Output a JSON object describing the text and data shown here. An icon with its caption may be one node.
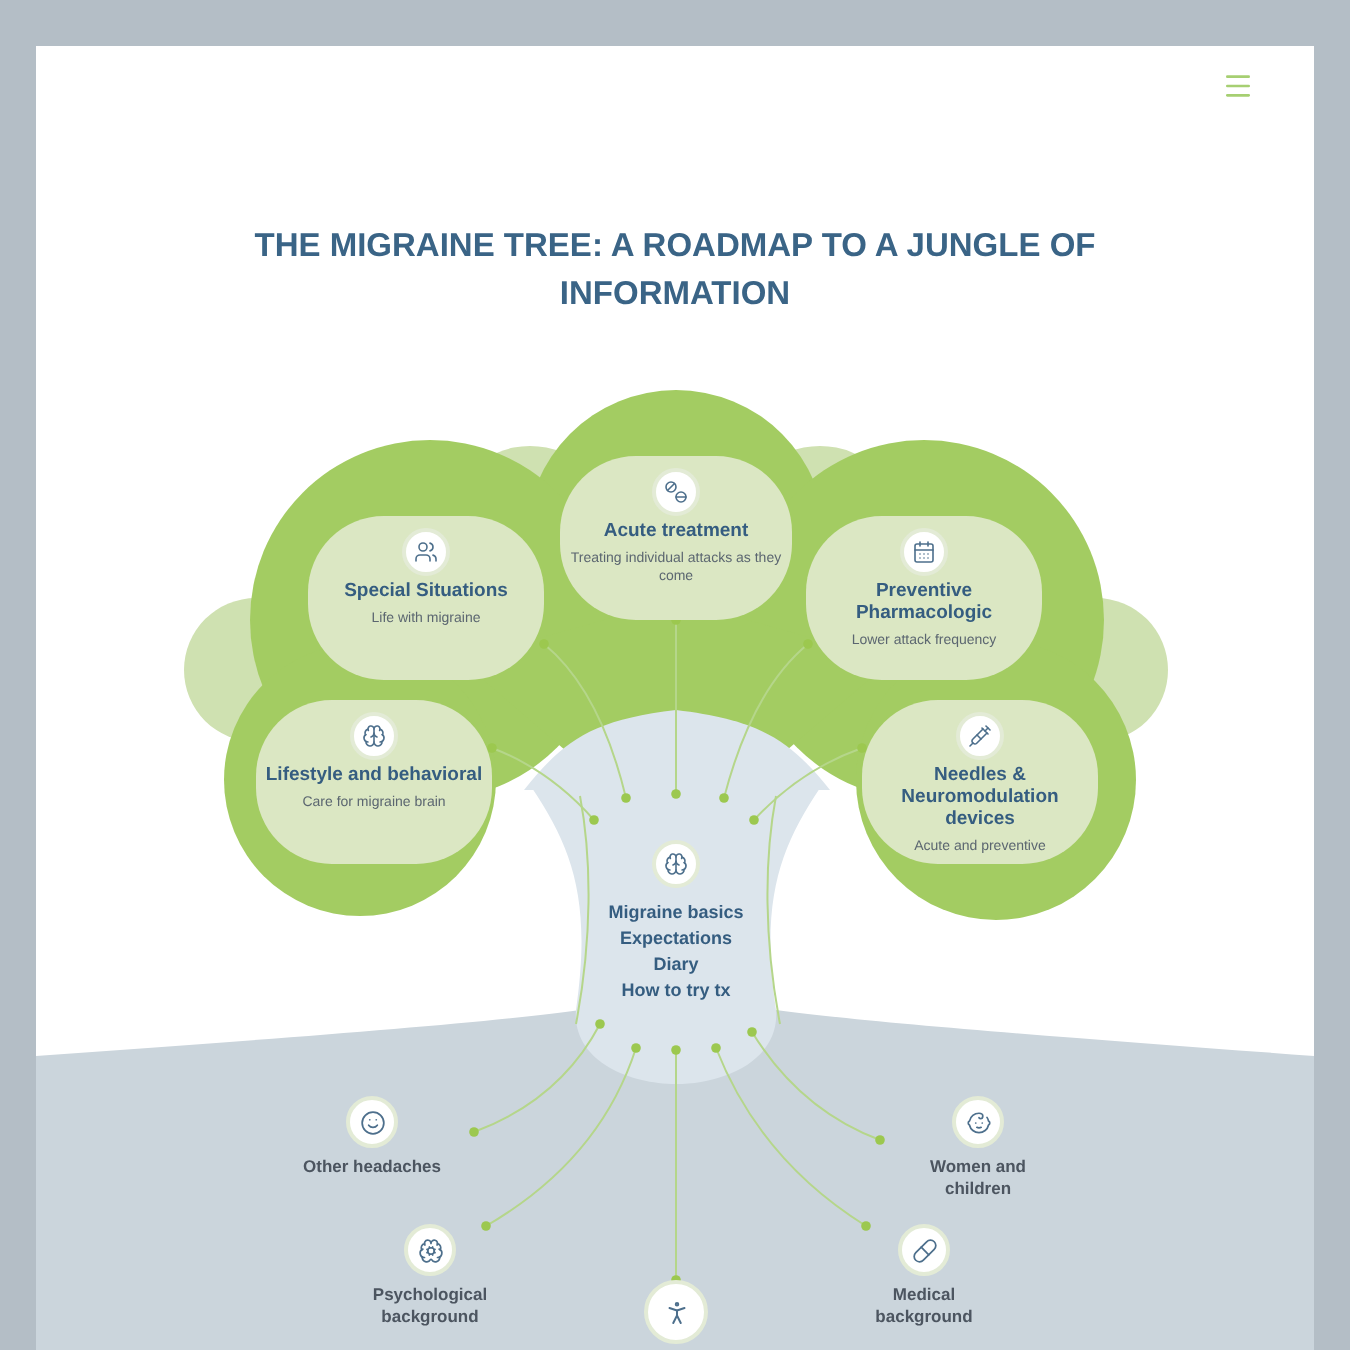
{
  "diagram": {
    "title": "THE MIGRAINE TREE: A ROADMAP TO A JUNGLE OF INFORMATION",
    "nodes": [
      {
        "text": [
          "Acute treatment",
          "Treating individual attacks as they come"
        ]
      },
      {
        "text": [
          "Special Situations",
          "Life with migraine"
        ]
      },
      {
        "text": [
          "Preventive Pharmacologic",
          "Lower attack frequency"
        ]
      },
      {
        "text": [
          "Lifestyle and behavioral",
          "Care for migraine brain"
        ]
      },
      {
        "text": [
          "Needles & Neuromodulation devices",
          "Acute and preventive"
        ]
      },
      {
        "text": [
          "Migraine basics",
          "Expectations",
          "Diary",
          "How to try tx"
        ]
      },
      {
        "text": [
          "Other headaches"
        ]
      },
      {
        "text": [
          "Women and children"
        ]
      },
      {
        "text": [
          "Psychological background"
        ]
      },
      {
        "text": [
          "Medical background"
        ]
      },
      {
        "text": [],
        "shape": "circle"
      }
    ],
    "edges": [
      {
        "from": 5,
        "to": 0,
        "arrow": "other"
      },
      {
        "from": 5,
        "to": 1,
        "arrow": "other"
      },
      {
        "from": 5,
        "to": 2,
        "arrow": "other"
      },
      {
        "from": 5,
        "to": 3,
        "arrow": "other"
      },
      {
        "from": 5,
        "to": 4,
        "arrow": "other"
      },
      {
        "from": 5,
        "to": 6,
        "arrow": "other"
      },
      {
        "from": 5,
        "to": 7,
        "arrow": "other"
      },
      {
        "from": 5,
        "to": 8,
        "arrow": "other"
      },
      {
        "from": 5,
        "to": 9,
        "arrow": "other"
      },
      {
        "from": 5,
        "to": 10,
        "arrow": "other"
      }
    ]
  }
}
